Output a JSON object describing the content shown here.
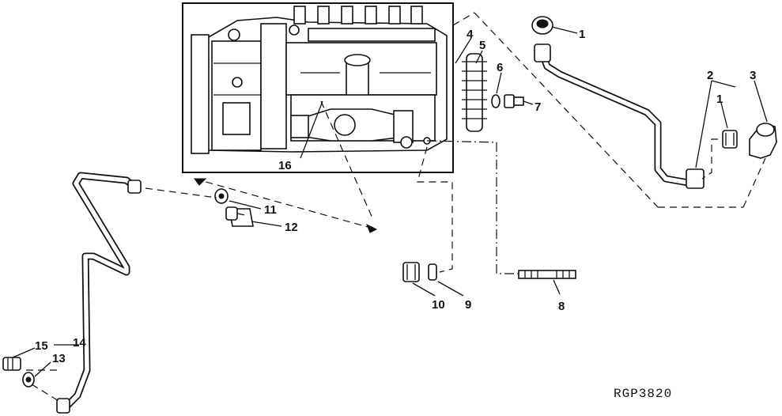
{
  "callouts": {
    "c1a": "1",
    "c1b": "1",
    "c2": "2",
    "c3": "3",
    "c4": "4",
    "c5": "5",
    "c6": "6",
    "c7": "7",
    "c8": "8",
    "c9": "9",
    "c10": "10",
    "c11": "11",
    "c12": "12",
    "c13": "13",
    "c14": "14",
    "c15": "15",
    "c16": "16"
  },
  "reference_code": "RGP3820"
}
